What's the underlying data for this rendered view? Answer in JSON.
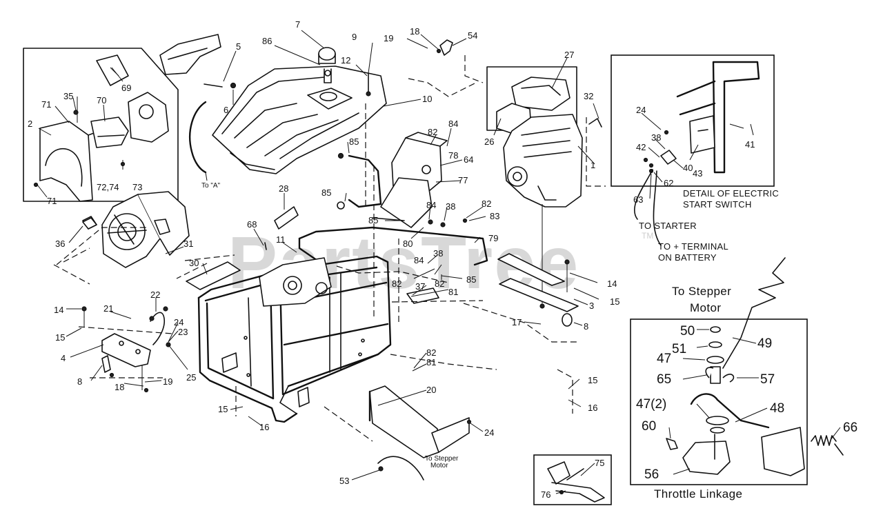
{
  "watermark": {
    "text": "PartsTree",
    "trademark": "TM"
  },
  "callouts": {
    "c7": "7",
    "c86": "86",
    "c9": "9",
    "c12": "12",
    "c5": "5",
    "c6": "6",
    "c10": "10",
    "c69": "69",
    "c35": "35",
    "c71a": "71",
    "c70": "70",
    "c2": "2",
    "c72_74": "72,74",
    "c73": "73",
    "c71b": "71",
    "c19a": "19",
    "c18a": "18",
    "c54": "54",
    "c27": "27",
    "c26": "26",
    "c1": "1",
    "c32": "32",
    "c82a": "82",
    "c84a": "84",
    "c85a": "85",
    "c64": "64",
    "c78": "78",
    "c77": "77",
    "c85b": "85",
    "c84b": "84",
    "c38a": "38",
    "c82b": "82",
    "c83": "83",
    "c85c": "85",
    "c80": "80",
    "c79": "79",
    "c84c": "84",
    "c38b": "38",
    "c82c": "82",
    "c82d": "82",
    "c85d": "85",
    "c37": "37",
    "c81a": "81",
    "c28": "28",
    "c68": "68",
    "c11": "11",
    "c36": "36",
    "c31": "31",
    "c30": "30",
    "c14a": "14",
    "c15a": "15",
    "c21": "21",
    "c22": "22",
    "c24a": "24",
    "c23": "23",
    "c4": "4",
    "c8a": "8",
    "c18b": "18",
    "c19b": "19",
    "c25": "25",
    "c14b": "14",
    "c15b": "15",
    "c3": "3",
    "c17": "17",
    "c8b": "8",
    "c82e": "82",
    "c81b": "81",
    "c15c": "15",
    "c16a": "16",
    "c15d": "15",
    "c16b": "16",
    "c20": "20",
    "c24b": "24",
    "c53": "53",
    "c24c": "24",
    "c41": "41",
    "c38c": "38",
    "c42": "42",
    "c40": "40",
    "c43": "43",
    "c62": "62",
    "c63": "63",
    "c75": "75",
    "c76": "76",
    "c50": "50",
    "c49": "49",
    "c51": "51",
    "c47a": "47",
    "c65": "65",
    "c57": "57",
    "c47b": "47(2)",
    "c48": "48",
    "c60": "60",
    "c66": "66",
    "c56": "56"
  },
  "notes": {
    "to_a": "To \"A\"",
    "electric_start_1": "DETAIL OF ELECTRIC",
    "electric_start_2": "START SWITCH",
    "to_starter": "TO STARTER",
    "to_terminal_1": "TO + TERMINAL",
    "to_terminal_2": "ON BATTERY",
    "to_stepper_motor_1": "To Stepper",
    "to_stepper_motor_2": "Motor",
    "to_stepper_small_1": "To Stepper",
    "to_stepper_small_2": "Motor",
    "throttle_linkage": "Throttle Linkage"
  }
}
